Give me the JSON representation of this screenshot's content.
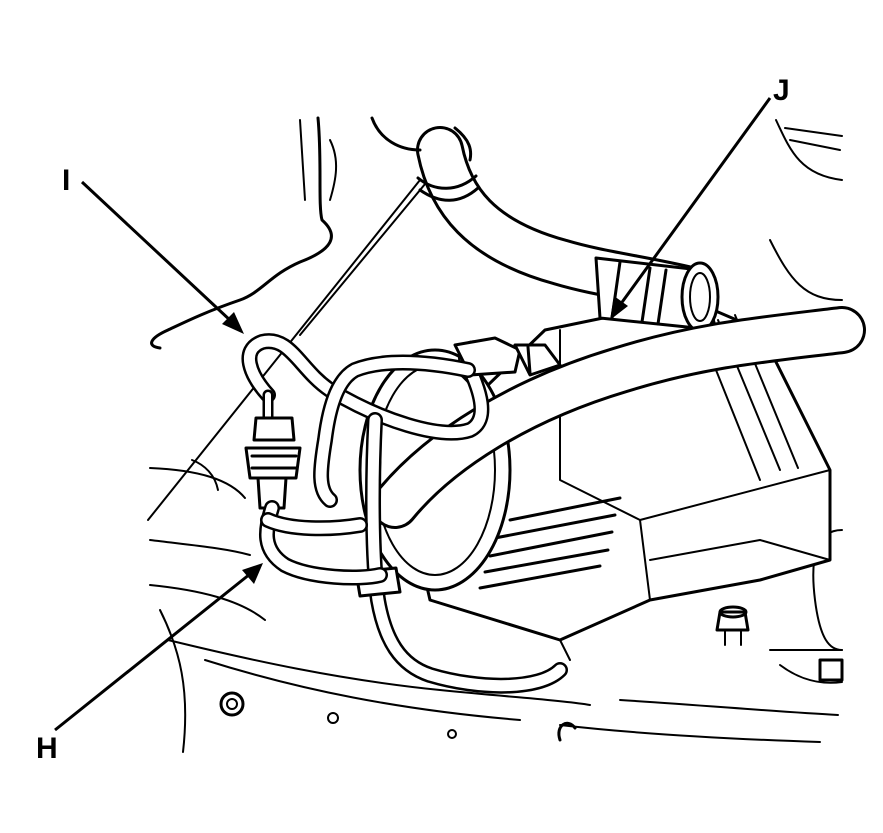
{
  "callouts": {
    "H": "H",
    "I": "I",
    "J": "J"
  },
  "colors": {
    "ink": "#000000",
    "paper": "#ffffff"
  }
}
